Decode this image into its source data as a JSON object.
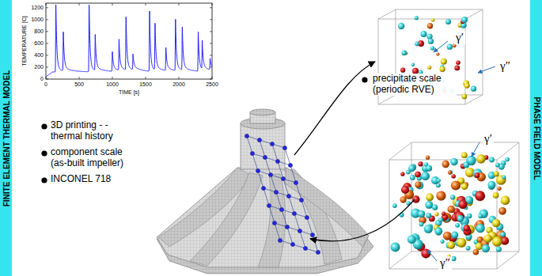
{
  "diagram": {
    "nodes": [
      {
        "text": [
          "FINITE ELEMENT THERMAL MODEL"
        ]
      },
      {
        "text": [
          "PHASE FIELD MODEL"
        ]
      }
    ],
    "labels": [
      "0",
      "200",
      "400",
      "600",
      "800",
      "1000",
      "1200",
      "TEMPERATURE [C]",
      "0",
      "500",
      "1000",
      "1500",
      "2000",
      "2500",
      "TIME [s]",
      "3D printing - - thermal history",
      "component scale (as-built impeller)",
      "INCONEL 718",
      "precipitate scale (periodic RVE)",
      "γ′",
      "γ″",
      "γ′",
      "γ″"
    ]
  }
}
